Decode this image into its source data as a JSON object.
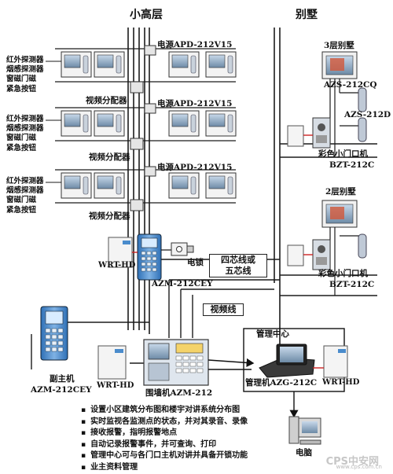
{
  "sections": {
    "left": "小高层",
    "right": "别墅"
  },
  "power_supply": [
    "电源APD-212V15",
    "电源APD-212V15",
    "电源APD-212V15"
  ],
  "video_splitter": [
    "视频分配器",
    "视频分配器",
    "视频分配器"
  ],
  "sensor_labels": [
    [
      "红外探测器",
      "烟感探测器",
      "窗磁门磁",
      "紧急按钮"
    ],
    [
      "红外探测器",
      "烟感探测器",
      "窗磁门磁",
      "紧急按钮"
    ],
    [
      "红外探测器",
      "烟感探测器",
      "窗磁门磁",
      "紧急按钮"
    ]
  ],
  "lock": "电锁",
  "wrt_hd": [
    "WRT-HD",
    "WRT-HD",
    "WRT-HD"
  ],
  "main_unit": "AZM-212CEY",
  "four_core": [
    "四芯线或",
    "五芯线"
  ],
  "video_line": "视频线",
  "sub_host": [
    "副主机",
    "AZM-212CEY"
  ],
  "wall_unit": "围墙机AZM-212",
  "mgmt_center": "管理中心",
  "mgmt_host": "管理机AZG-212C",
  "computer": "电脑",
  "villa3": {
    "title": "3层别墅",
    "monitor": "AZS-212CQ",
    "ext": "AZS-212D",
    "door": [
      "彩色小门口机",
      "BZT-212C"
    ]
  },
  "villa2": {
    "title": "2层别墅",
    "door": [
      "彩色小门口机",
      "BZT-212C"
    ]
  },
  "features": [
    "设置小区建筑分布图和楼宇对讲系统分布图",
    "实时监视各监测点的状态，并对其录音、录像",
    "接收报警，指明报警地点",
    "自动记录报警事件，并可查询、打印",
    "管理中心可与各门口主机对讲并具备开锁功能",
    "业主资料管理"
  ],
  "watermark": [
    "CPS中安网",
    "www.cps.com.cn"
  ],
  "colors": {
    "wire": "#1b1b1b",
    "screen": "#8fa9bf",
    "panel": "#4a8ccc"
  }
}
